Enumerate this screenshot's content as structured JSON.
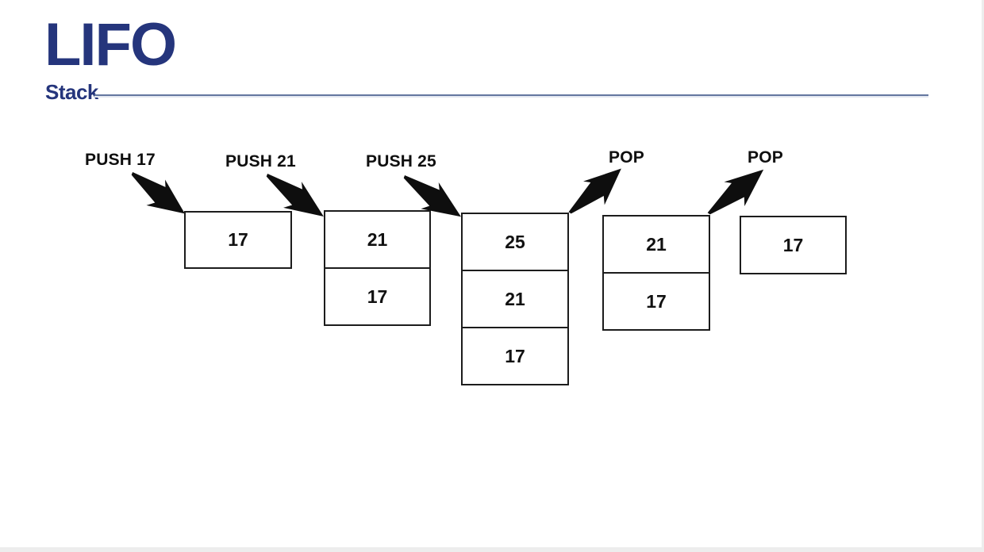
{
  "slide": {
    "title": "LIFO",
    "subtitle": "Stack"
  },
  "diagram": {
    "steps": [
      {
        "label": "PUSH 17",
        "operation": "push",
        "arrow_icon": "arrow-down-right",
        "stack": [
          "17"
        ]
      },
      {
        "label": "PUSH 21",
        "operation": "push",
        "arrow_icon": "arrow-down-right",
        "stack": [
          "21",
          "17"
        ]
      },
      {
        "label": "PUSH 25",
        "operation": "push",
        "arrow_icon": "arrow-down-right",
        "stack": [
          "25",
          "21",
          "17"
        ]
      },
      {
        "label": "POP",
        "operation": "pop",
        "arrow_icon": "arrow-up-right",
        "stack": [
          "21",
          "17"
        ]
      },
      {
        "label": "POP",
        "operation": "pop",
        "arrow_icon": "arrow-up-right",
        "stack": [
          "17"
        ]
      }
    ]
  },
  "colors": {
    "title_navy": "#25357C",
    "divider_blue": "#64779F",
    "arrow_black": "#0E0E0E",
    "box_border": "#1C1C1C",
    "edge_gray": "#EDEDED"
  }
}
